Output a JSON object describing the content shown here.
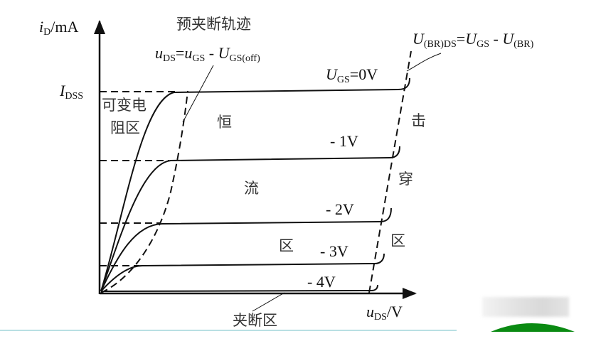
{
  "axes": {
    "y_label_var": "i",
    "y_label_sub": "D",
    "y_label_unit": "/mA",
    "x_label_var": "u",
    "x_label_sub": "DS",
    "x_label_unit": "/V",
    "idss_var": "I",
    "idss_sub": "DSS"
  },
  "annotations": {
    "preclamp_title": "预夹断轨迹",
    "preclamp_eq": {
      "a": "u",
      "a_sub": "DS",
      "eq": "=",
      "b": "u",
      "b_sub": "GS",
      "minus": " - ",
      "c": "U",
      "c_sub": "GS(off)"
    },
    "breakdown_eq": {
      "a": "U",
      "a_sub": "(BR)DS",
      "eq": "=",
      "b": "U",
      "b_sub": "GS",
      "minus": " - ",
      "c": "U",
      "c_sub": "(BR)"
    },
    "ugs_var": "U",
    "ugs_sub": "GS",
    "ugs_val": "=0V"
  },
  "curve_labels": [
    "- 1V",
    "- 2V",
    "- 3V",
    "- 4V"
  ],
  "regions": {
    "variable_resistance_1": "可变电",
    "variable_resistance_2": "阻区",
    "constant_current": [
      "恒",
      "流",
      "区"
    ],
    "breakdown": [
      "击",
      "穿",
      "区"
    ],
    "pinchoff": "夹断区"
  },
  "colors": {
    "line": "#111111",
    "divider": "#b9dfe3",
    "green": "#0a8a12"
  }
}
